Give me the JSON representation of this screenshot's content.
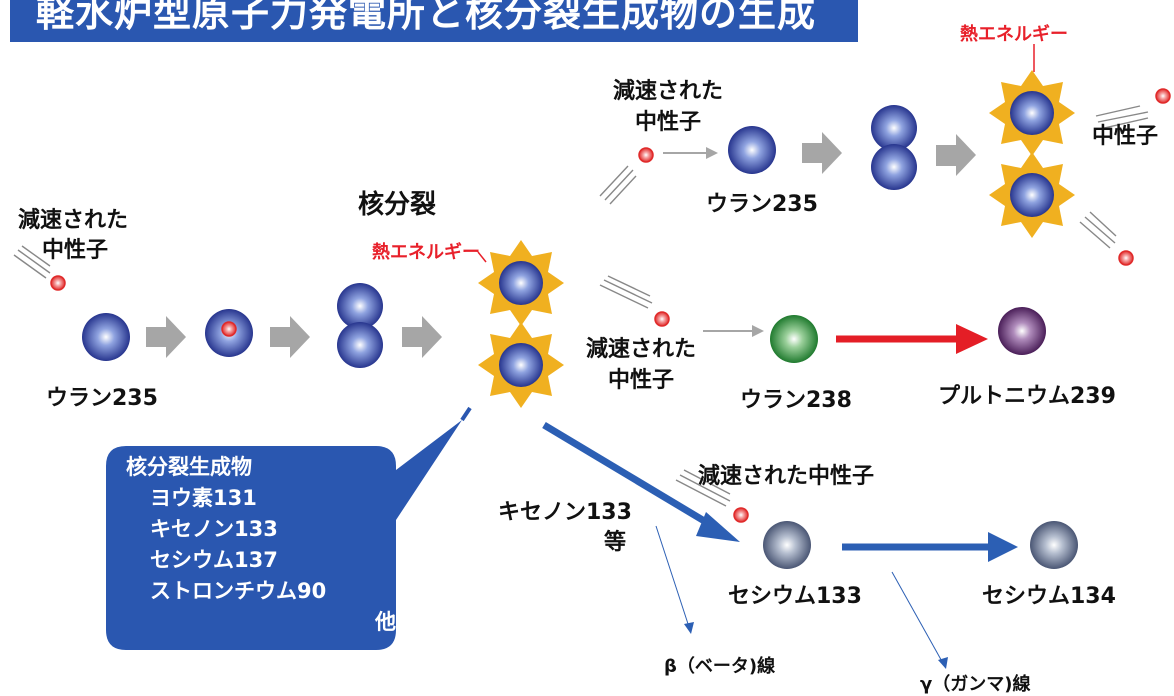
{
  "title": "軽水炉型原子力発電所と核分裂生成物の生成",
  "labels": {
    "fission": "核分裂",
    "slowed_neutron": "減速された中性子",
    "slowed_line1": "減速された",
    "slowed_line2": "中性子",
    "heat_energy": "熱エネルギー",
    "neutron": "中性子",
    "uranium235": "ウラン235",
    "uranium238": "ウラン238",
    "plutonium239": "プルトニウム239",
    "xenon133": "キセノン133",
    "etc": "等",
    "cesium133": "セシウム133",
    "cesium134": "セシウム134",
    "beta_ray": "β（ベータ)線",
    "gamma_ray": "γ（ガンマ)線"
  },
  "callout": {
    "heading": "核分裂生成物",
    "items": [
      "ヨウ素131",
      "キセノン133",
      "セシウム137",
      "ストロンチウム90"
    ],
    "tail": "他"
  },
  "colors": {
    "title_bg": "#2a57b0",
    "callout_bg": "#2a57b0",
    "heat_text": "#e8202a",
    "red_arrow": "#e41e26",
    "blue_arrow": "#2c5fb4",
    "gray_arrow": "#a6a6a6",
    "star": "#f0b020",
    "uranium": "#3145a0",
    "uranium238": "#2f8a3a",
    "plutonium": "#5a2a6a",
    "cesium": "#5e6c8a"
  }
}
